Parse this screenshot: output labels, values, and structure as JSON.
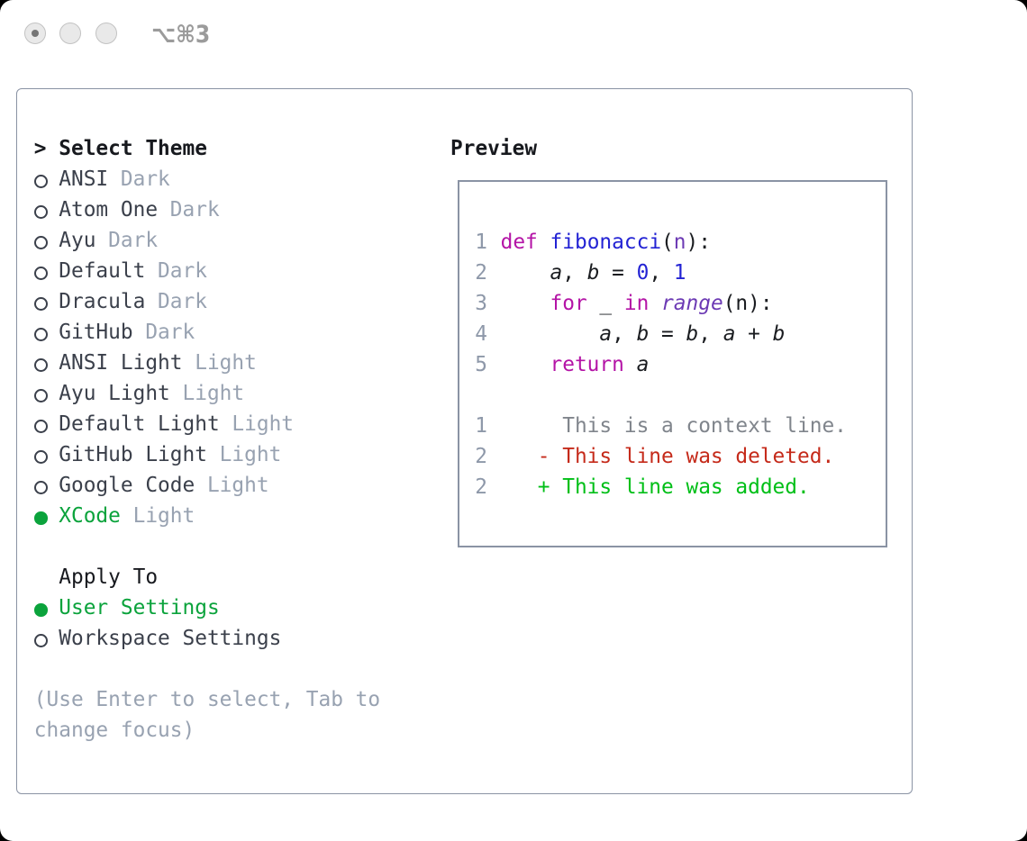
{
  "window": {
    "title": "⌥⌘3",
    "traffic_lights": [
      {
        "name": "close",
        "active_dot": true
      },
      {
        "name": "minimize",
        "active_dot": false
      },
      {
        "name": "zoom",
        "active_dot": false
      }
    ]
  },
  "theme_picker": {
    "heading_marker": ">",
    "heading": "Select Theme",
    "items": [
      {
        "name": "ANSI",
        "variant": "Dark",
        "selected": false
      },
      {
        "name": "Atom One",
        "variant": "Dark",
        "selected": false
      },
      {
        "name": "Ayu",
        "variant": "Dark",
        "selected": false
      },
      {
        "name": "Default",
        "variant": "Dark",
        "selected": false
      },
      {
        "name": "Dracula",
        "variant": "Dark",
        "selected": false
      },
      {
        "name": "GitHub",
        "variant": "Dark",
        "selected": false
      },
      {
        "name": "ANSI Light",
        "variant": "Light",
        "selected": false
      },
      {
        "name": "Ayu Light",
        "variant": "Light",
        "selected": false
      },
      {
        "name": "Default Light",
        "variant": "Light",
        "selected": false
      },
      {
        "name": "GitHub Light",
        "variant": "Light",
        "selected": false
      },
      {
        "name": "Google Code",
        "variant": "Light",
        "selected": false
      },
      {
        "name": "XCode",
        "variant": "Light",
        "selected": true
      }
    ],
    "marker_unselected": "○",
    "marker_selected": "●",
    "apply_to": {
      "heading": "Apply To",
      "options": [
        {
          "name": "User Settings",
          "selected": true
        },
        {
          "name": "Workspace Settings",
          "selected": false
        }
      ]
    },
    "hint_lines": [
      "(Use Enter to select, Tab to",
      "change focus)"
    ]
  },
  "preview": {
    "heading": "Preview",
    "code_lines": [
      {
        "num": "1",
        "row": 0,
        "kind": "code",
        "segments": [
          {
            "text": "def",
            "color": "keyword"
          },
          {
            "text": " "
          },
          {
            "text": "fibonacci",
            "color": "function"
          },
          {
            "text": "("
          },
          {
            "text": "n",
            "color": "purple"
          },
          {
            "text": "):"
          }
        ]
      },
      {
        "num": "2",
        "row": 1,
        "kind": "code",
        "segments": [
          {
            "text": "    "
          },
          {
            "text": "a",
            "italic": true
          },
          {
            "text": ", "
          },
          {
            "text": "b",
            "italic": true
          },
          {
            "text": " = "
          },
          {
            "text": "0",
            "color": "number"
          },
          {
            "text": ", "
          },
          {
            "text": "1",
            "color": "number"
          }
        ]
      },
      {
        "num": "3",
        "row": 2,
        "kind": "code",
        "segments": [
          {
            "text": "    "
          },
          {
            "text": "for",
            "color": "keyword"
          },
          {
            "text": " _ "
          },
          {
            "text": "in",
            "color": "keyword"
          },
          {
            "text": " "
          },
          {
            "text": "range",
            "color": "purple",
            "italic": true
          },
          {
            "text": "(n):"
          }
        ]
      },
      {
        "num": "4",
        "row": 3,
        "kind": "code",
        "segments": [
          {
            "text": "        "
          },
          {
            "text": "a",
            "italic": true
          },
          {
            "text": ", "
          },
          {
            "text": "b",
            "italic": true
          },
          {
            "text": " = "
          },
          {
            "text": "b",
            "italic": true
          },
          {
            "text": ", "
          },
          {
            "text": "a",
            "italic": true
          },
          {
            "text": " + "
          },
          {
            "text": "b",
            "italic": true
          }
        ]
      },
      {
        "num": "5",
        "row": 4,
        "kind": "code",
        "segments": [
          {
            "text": "    "
          },
          {
            "text": "return",
            "color": "keyword"
          },
          {
            "text": " "
          },
          {
            "text": "a",
            "italic": true
          }
        ]
      },
      {
        "num": "1",
        "row": 6,
        "kind": "diff",
        "segments": [
          {
            "text": "     This is a context line.",
            "color": "context"
          }
        ]
      },
      {
        "num": "2",
        "row": 7,
        "kind": "diff",
        "segments": [
          {
            "text": "   "
          },
          {
            "text": "- This line was deleted.",
            "color": "deleted"
          }
        ]
      },
      {
        "num": "2",
        "row": 8,
        "kind": "diff",
        "segments": [
          {
            "text": "   "
          },
          {
            "text": "+ This line was added.",
            "color": "added"
          }
        ]
      }
    ]
  },
  "colors": {
    "text": "#17191e",
    "theme_name": "#3b404b",
    "muted": "#98a2b1",
    "green": "#0ba33c",
    "border": "#8a93a4",
    "line_number": "#8e98a9",
    "keyword": "#b414a6",
    "function": "#2323d4",
    "number": "#2323d4",
    "purple": "#6c3ab4",
    "context": "#80858c",
    "deleted": "#c52a1a",
    "added": "#00bf17",
    "code_black": "#1a1c20"
  }
}
